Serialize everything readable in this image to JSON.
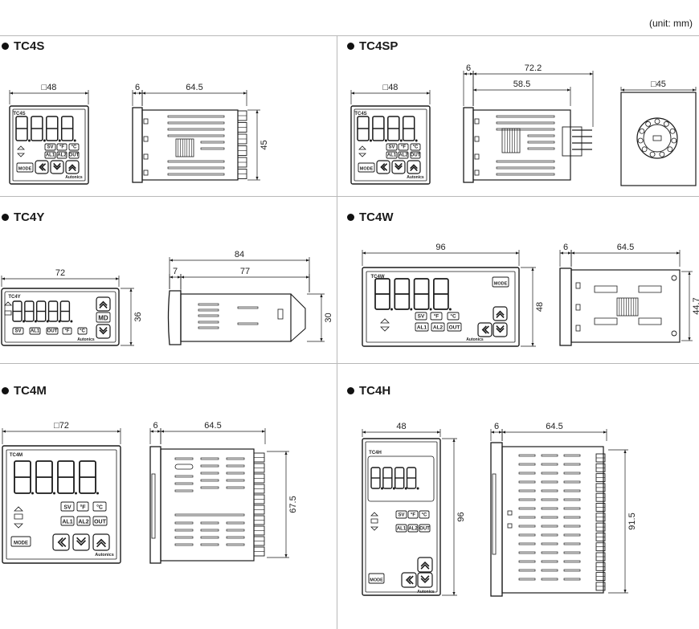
{
  "unit_note": "(unit: mm)",
  "sections": {
    "tc4s": {
      "title": "TC4S",
      "front_width": "□48",
      "side_depth_lead": "6",
      "side_depth_body": "64.5",
      "height": "45",
      "model_label": "TC4S"
    },
    "tc4sp": {
      "title": "TC4SP",
      "front_width": "□48",
      "side_depth_lead": "6",
      "side_depth_total": "72.2",
      "side_depth_body": "58.5",
      "socket_size": "□45",
      "model_label": "TC4S"
    },
    "tc4y": {
      "title": "TC4Y",
      "front_width": "72",
      "front_height": "36",
      "side_total": "84",
      "side_lead": "7",
      "side_body": "77",
      "side_height": "30",
      "model_label": "TC4Y"
    },
    "tc4w": {
      "title": "TC4W",
      "front_width": "96",
      "front_height": "48",
      "side_lead": "6",
      "side_body": "64.5",
      "side_height": "44.7",
      "model_label": "TC4W"
    },
    "tc4m": {
      "title": "TC4M",
      "front_width": "□72",
      "side_lead": "6",
      "side_body": "64.5",
      "side_height": "67.5",
      "model_label": "TC4M"
    },
    "tc4h": {
      "title": "TC4H",
      "front_width": "48",
      "front_height": "96",
      "side_lead": "6",
      "side_body": "64.5",
      "side_height": "91.5",
      "model_label": "TC4H"
    }
  },
  "panel": {
    "digits": "8.8.8.8",
    "sv": "SV",
    "al1": "AL1",
    "al2": "AL2",
    "out": "OUT",
    "deg_f": "°F",
    "deg_c": "°C",
    "mode": "MODE",
    "md": "MD",
    "brand": "Autonics"
  },
  "colors": {
    "line": "#1a1a1a",
    "divider": "#b8b8b8",
    "background": "#ffffff"
  }
}
